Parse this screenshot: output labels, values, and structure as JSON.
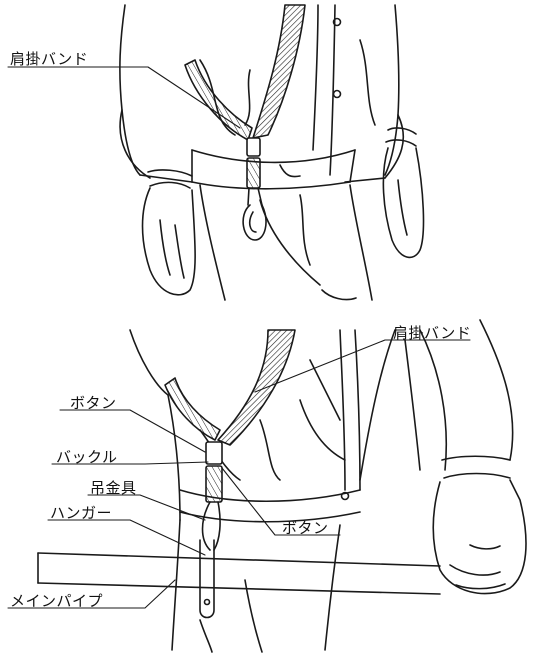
{
  "labels": {
    "shoulder_band_top": "肩掛バンド",
    "shoulder_band_bottom": "肩掛バンド",
    "button_left": "ボタン",
    "buckle": "バックル",
    "hanging_bracket": "吊金具",
    "hanger": "ハンガー",
    "button_right": "ボタン",
    "main_pipe": "メインパイプ"
  }
}
